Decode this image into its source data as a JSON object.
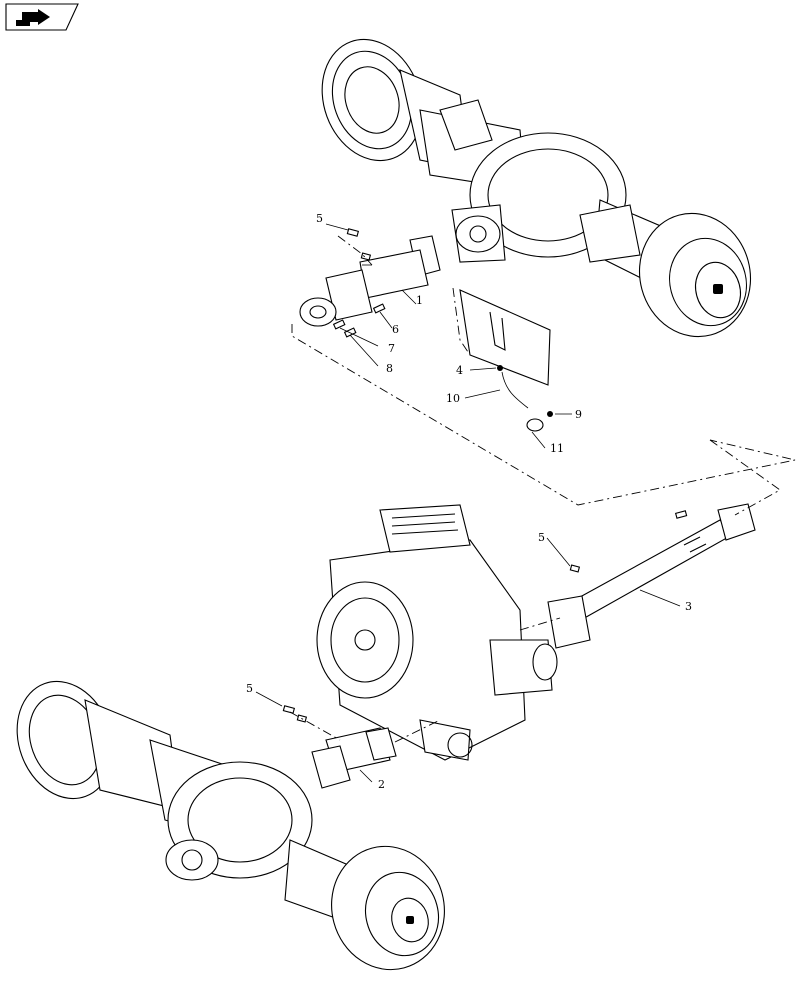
{
  "diagram": {
    "callouts": [
      {
        "id": "c5a",
        "label": "5"
      },
      {
        "id": "c1",
        "label": "1"
      },
      {
        "id": "c6",
        "label": "6"
      },
      {
        "id": "c7",
        "label": "7"
      },
      {
        "id": "c8",
        "label": "8"
      },
      {
        "id": "c4",
        "label": "4"
      },
      {
        "id": "c10",
        "label": "10"
      },
      {
        "id": "c9",
        "label": "9"
      },
      {
        "id": "c11",
        "label": "11"
      },
      {
        "id": "c5b",
        "label": "5"
      },
      {
        "id": "c3",
        "label": "3"
      },
      {
        "id": "c5c",
        "label": "5"
      },
      {
        "id": "c2",
        "label": "2"
      }
    ],
    "nav_icon": "next-page-arrow-icon",
    "line_color": "#000000",
    "background": "#ffffff"
  }
}
